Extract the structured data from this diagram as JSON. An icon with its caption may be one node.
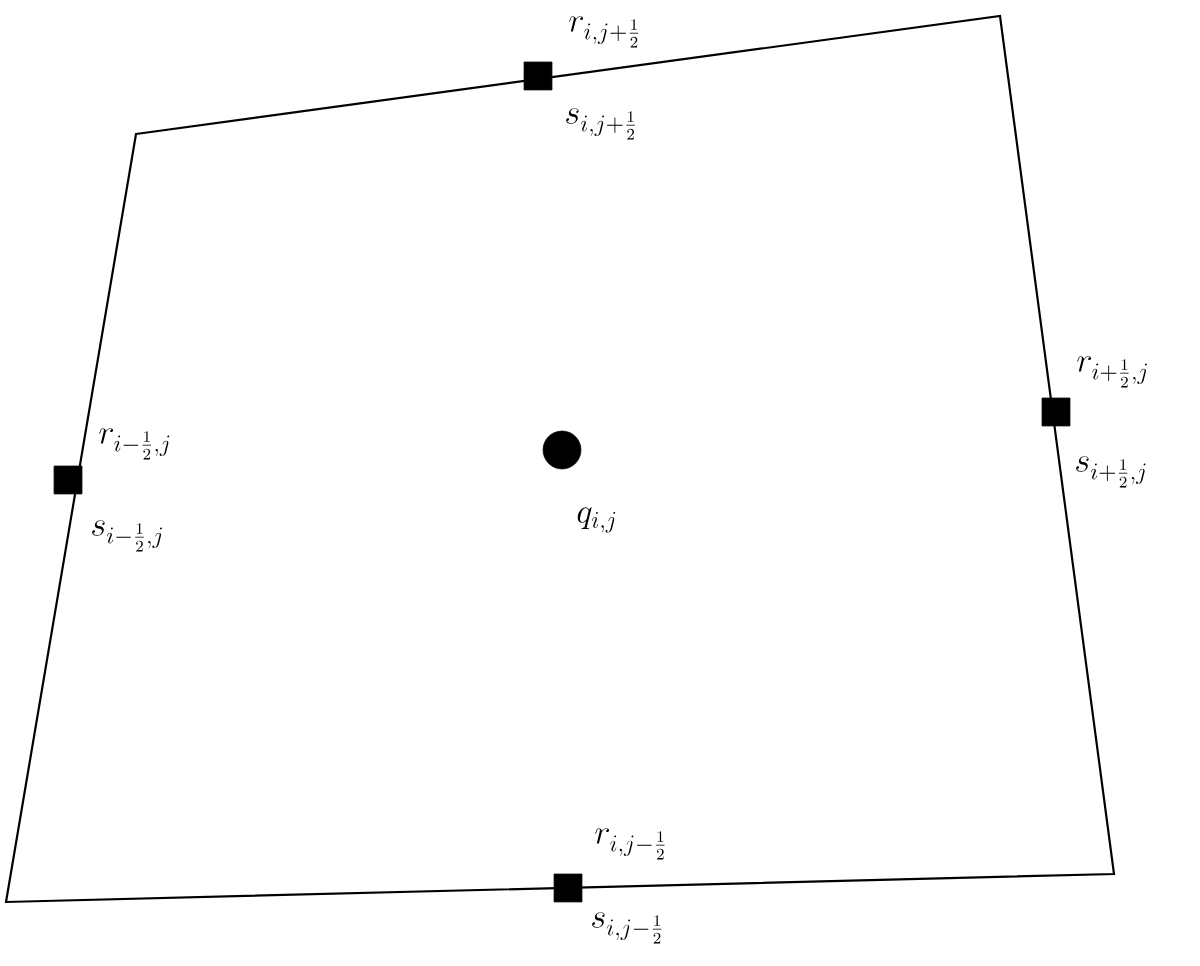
{
  "diagram": {
    "nodes": [
      {
        "text": [],
        "shape": "box",
        "beside": [
          "r_{i,j+\\frac{1}{2}}",
          "s_{i,j+\\frac{1}{2}}"
        ]
      },
      {
        "text": [],
        "shape": "box",
        "beside": [
          "r_{i-\\frac{1}{2},j}",
          "s_{i-\\frac{1}{2},j}"
        ]
      },
      {
        "text": [],
        "shape": "circle",
        "beside": [
          "q_{i,j}"
        ]
      },
      {
        "text": [],
        "shape": "box",
        "beside": [
          "r_{i+\\frac{1}{2},j}",
          "s_{i+\\frac{1}{2},j}"
        ]
      },
      {
        "text": [],
        "shape": "box",
        "beside": [
          "r_{i,j-\\frac{1}{2}}",
          "s_{i,j-\\frac{1}{2}}"
        ]
      }
    ]
  }
}
